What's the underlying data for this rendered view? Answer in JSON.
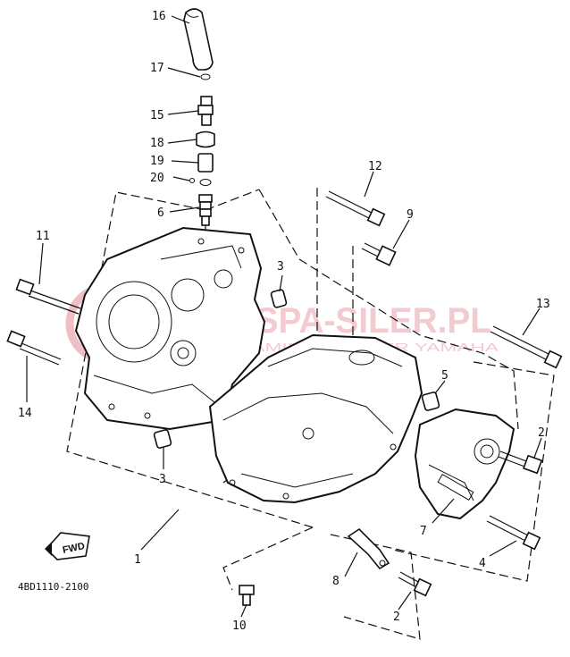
{
  "parts": [
    {
      "label": "1"
    },
    {
      "label": "2"
    },
    {
      "label": "2"
    },
    {
      "label": "3"
    },
    {
      "label": "3"
    },
    {
      "label": "4"
    },
    {
      "label": "5"
    },
    {
      "label": "6"
    },
    {
      "label": "7"
    },
    {
      "label": "8"
    },
    {
      "label": "9"
    },
    {
      "label": "10"
    },
    {
      "label": "11"
    },
    {
      "label": "12"
    },
    {
      "label": "13"
    },
    {
      "label": "14"
    },
    {
      "label": "15"
    },
    {
      "label": "16"
    },
    {
      "label": "17"
    },
    {
      "label": "18"
    },
    {
      "label": "19"
    },
    {
      "label": "20"
    }
  ],
  "fwd_badge": "FWD",
  "diagram_code": "4BD1110-2100",
  "watermark": {
    "main": "MOTOSPA-SILER.PL",
    "sub": "CZĘŚCI ZAMIENNE  DILER YAMAHA",
    "color": "#e8a0a8"
  }
}
